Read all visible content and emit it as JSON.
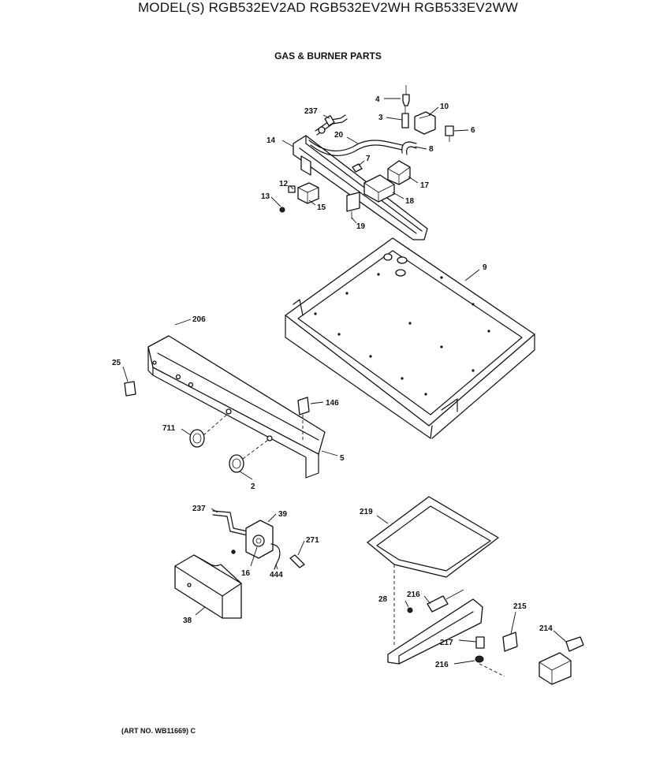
{
  "header": {
    "model_line": "MODEL(S) RGB532EV2AD  RGB532EV2WH  RGB533EV2WW",
    "section_title": "GAS & BURNER PARTS"
  },
  "footer": {
    "art_number": "(ART NO. WB11669) C"
  },
  "callouts": {
    "c2": "2",
    "c3": "3",
    "c4": "4",
    "c5": "5",
    "c6": "6",
    "c7": "7",
    "c8": "8",
    "c9": "9",
    "c10": "10",
    "c12": "12",
    "c13": "13",
    "c14": "14",
    "c15": "15",
    "c16": "16",
    "c17": "17",
    "c18": "18",
    "c19": "19",
    "c20": "20",
    "c25": "25",
    "c28": "28",
    "c38": "38",
    "c39": "39",
    "c146": "146",
    "c206": "206",
    "c214": "214",
    "c215": "215",
    "c216a": "216",
    "c216b": "216",
    "c217": "217",
    "c219": "219",
    "c237a": "237",
    "c237b": "237",
    "c271": "271",
    "c444": "444",
    "c711": "711"
  }
}
